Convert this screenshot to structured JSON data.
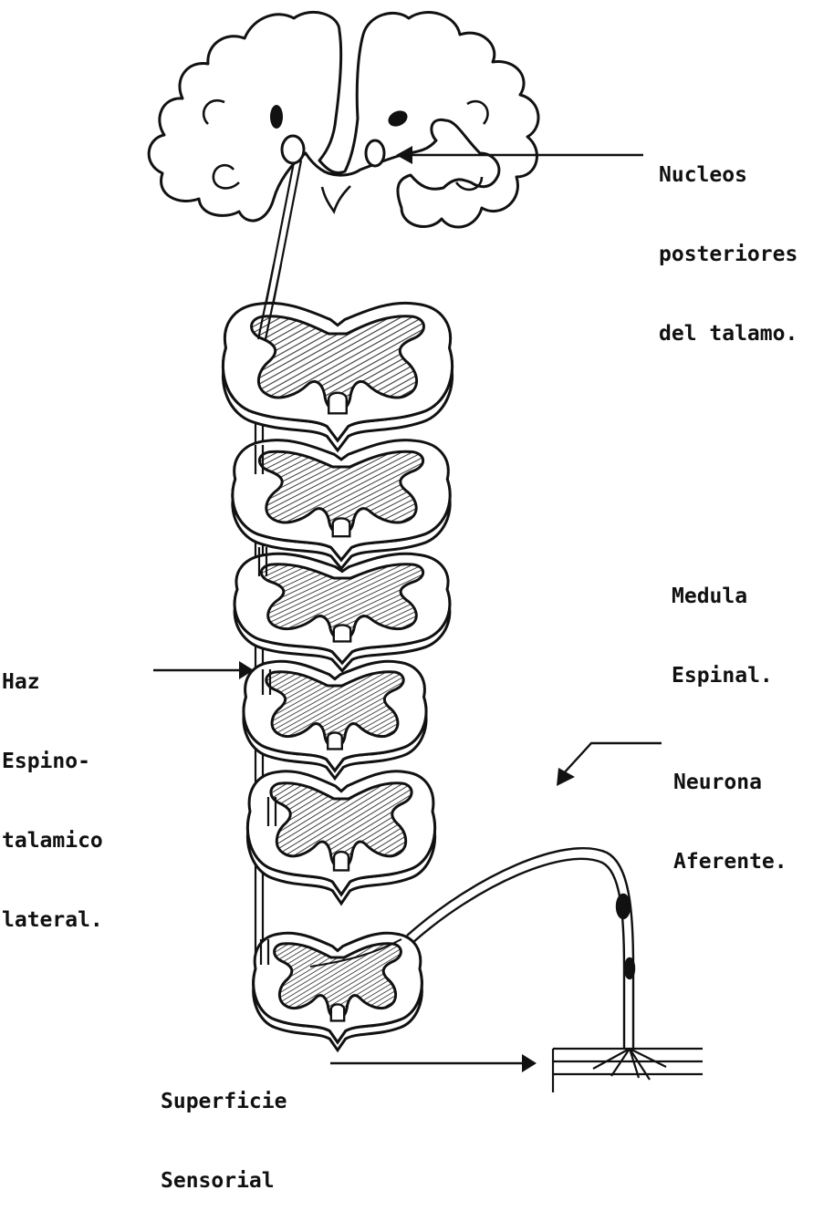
{
  "labels": {
    "thalamus": [
      "Nucleos",
      "posteriores",
      "del talamo."
    ],
    "spinal_cord": [
      "Medula",
      "Espinal."
    ],
    "tract": [
      "Haz",
      "Espino-",
      "talamico",
      "lateral."
    ],
    "neuron": [
      "Neurona",
      "Aferente."
    ],
    "surface": [
      "Superficie",
      "Sensorial"
    ]
  },
  "colors": {
    "ink": "#111111",
    "paper": "#ffffff",
    "hatch": "#333333"
  }
}
